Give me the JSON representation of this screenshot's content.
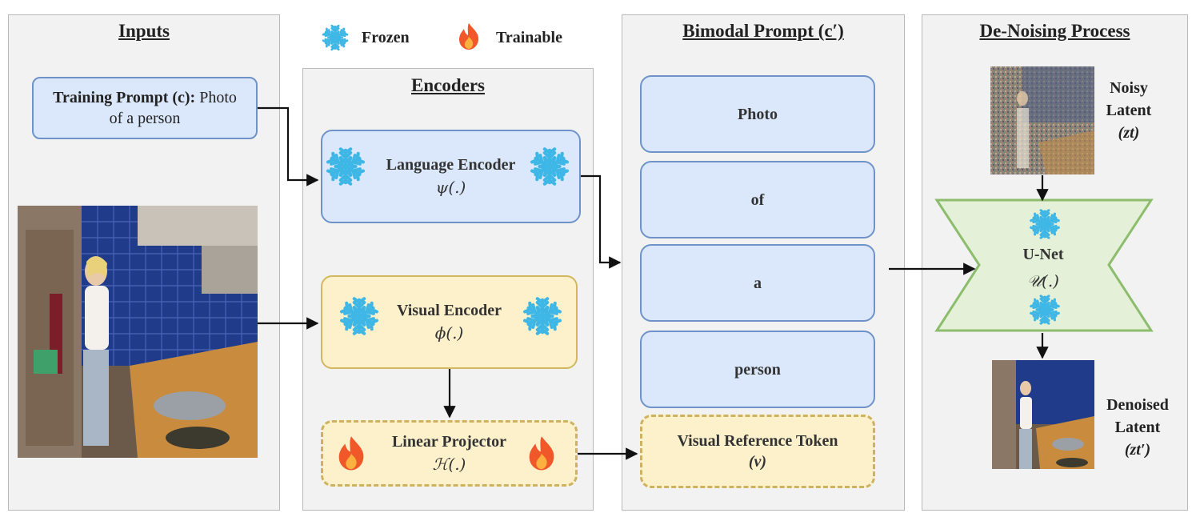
{
  "legend": {
    "frozen": "Frozen",
    "trainable": "Trainable"
  },
  "inputs": {
    "title": "Inputs",
    "prompt_bold": "Training Prompt (c):",
    "prompt_rest_1": "Photo",
    "prompt_rest_2": "of a person"
  },
  "encoders": {
    "title": "Encoders",
    "language": {
      "label": "Language Encoder",
      "math": "ψ(.)"
    },
    "visual": {
      "label": "Visual Encoder",
      "math": "ϕ(.)"
    },
    "projector": {
      "label": "Linear Projector",
      "math": "ℋ(.)"
    }
  },
  "bimodal": {
    "title": "Bimodal Prompt (c′)",
    "tokens": [
      "Photo",
      "of",
      "a",
      "person"
    ],
    "visual_token_1": "Visual Reference Token",
    "visual_token_2": "(v)"
  },
  "denoise": {
    "title": "De-Noising Process",
    "noisy_1": "Noisy",
    "noisy_2": "Latent",
    "noisy_3": "(zt)",
    "unet_label": "U-Net",
    "unet_math": "𝒰(.)",
    "denoised_1": "Denoised",
    "denoised_2": "Latent",
    "denoised_3": "(zt′)"
  },
  "colors": {
    "blue_fill": "#dbe8fb",
    "blue_border": "#6f93c8",
    "yellow_fill": "#fdf1cc",
    "yellow_border": "#d2b660",
    "unet_fill": "#e4f0d7",
    "unet_border": "#8cbd6d",
    "snowflake": "#3fb7e6",
    "flame": "#f0582a"
  },
  "icons": [
    "snowflake-icon",
    "flame-icon"
  ]
}
